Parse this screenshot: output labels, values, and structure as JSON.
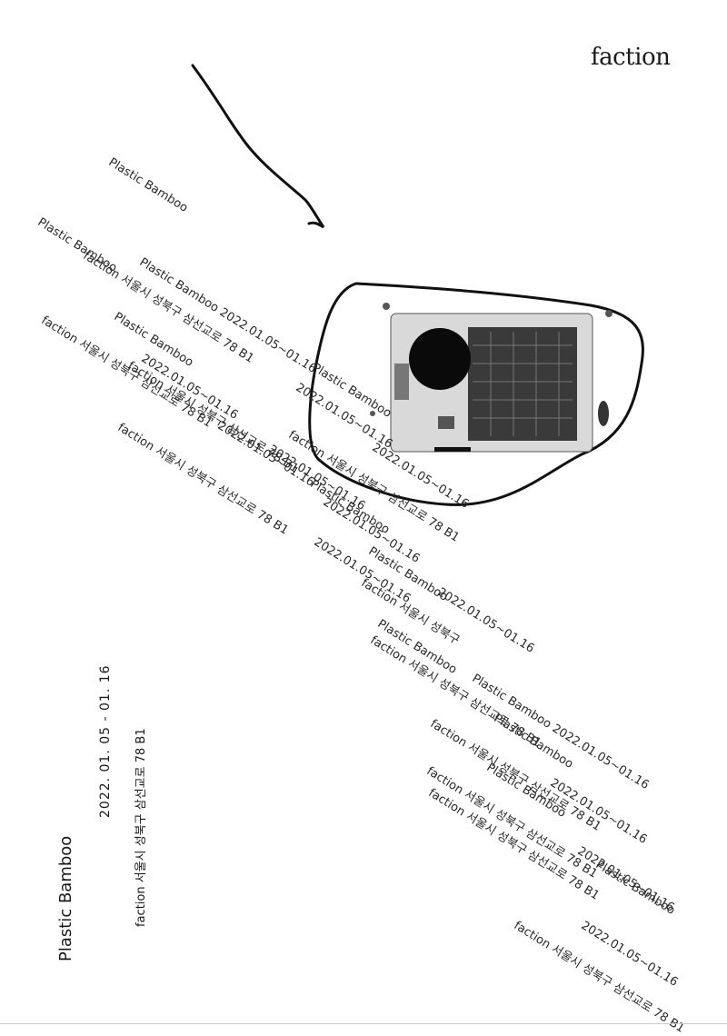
{
  "brand": {
    "logo_text": "faction"
  },
  "poster": {
    "title": "Plastic Bamboo",
    "date": "2022. 01. 05 - 01. 16",
    "address": "faction 서울시 성북구 삼선교로 78 B1"
  },
  "scatter": {
    "t01": "Plastic Bamboo",
    "t02": "Plastic Bamboo",
    "t03": "faction 서울시 성북구 삼선교로 78 B1",
    "t04": "Plastic Bamboo 2022.01.05~01.16",
    "t05": "Plastic Bamboo",
    "t06": "2022.01.05~01.16",
    "t07": "faction 서울시 성북구 삼선교로 78 B1",
    "t08": "faction 서울시 성북구 삼선교로 78 B1",
    "t09": "2022.01.05~01.16",
    "t10": "faction 서울시 성북구 삼선교로 78 B1",
    "t11": "Plastic Bamboo",
    "t12": "2022.01.05~01.16",
    "t13": "2022.01.05~01.16",
    "t14": "faction 서울시 성북구 삼선교로 78 B1",
    "t15": "Plastic Bamboo",
    "t16": "2022.01.05~01.16",
    "t17": "2022.01.05~01.16",
    "t18": "Plastic Bamboo",
    "t19": "2022.01.05~01.16",
    "t20": "faction 서울시 성북구",
    "t21": "Plastic Bamboo",
    "t22": "2022.01.05~01.16",
    "t23": "faction 서울시 성북구 삼선교로 78 B1",
    "t24": "Plastic Bamboo 2022.01.05~01.16",
    "t25": "Plastic Bamboo",
    "t26": "faction 서울시 성북구 삼선교로 78 B1",
    "t27": "Plastic Bamboo",
    "t28": "2022.01.05~01.16",
    "t29": "faction 서울시 성북구 삼선교로 78 B1",
    "t30": "faction 서울시 성북구 삼선교로 78 B1",
    "t31": "2022.01.05~01.16",
    "t32": "Plastic Bamboo",
    "t33": "2022.01.05~01.16",
    "t34": "faction 서울시 성북구 삼선교로 78 B1"
  },
  "colors": {
    "ink": "#1a1a1a",
    "board": "#d9d9d9",
    "speaker": "#0a0a0a",
    "ic": "#3a3a3a"
  }
}
